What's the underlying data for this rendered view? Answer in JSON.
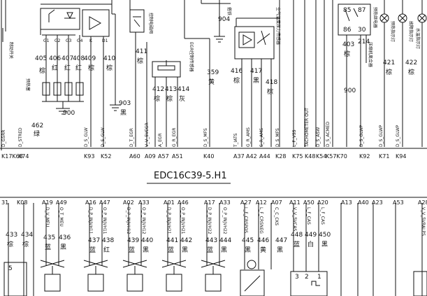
{
  "title": "EDC16C39-5.H1",
  "relay_labels": [
    "85",
    "87",
    "86",
    "30"
  ],
  "top_wire_numbers": {
    "w904": "904",
    "w405": "405",
    "w406": "406",
    "w407": "407",
    "w408": "408",
    "w409": "409",
    "w410": "410",
    "w903": "903",
    "w900a": "900",
    "w411": "411",
    "w412": "412",
    "w413": "413",
    "w414": "414",
    "w359": "359",
    "w416": "416",
    "w417": "417",
    "w418": "418",
    "w403": "403",
    "w214": "214",
    "w900b": "900",
    "w421": "421",
    "w422": "422",
    "w462": "462"
  },
  "pin_small_labels": [
    "G1",
    "G2",
    "G3",
    "G4",
    "K",
    "D1"
  ],
  "top_signals": [
    {
      "pin": "K17K68",
      "sig": "D_G5RR"
    },
    {
      "pin": "K74",
      "sig": "D_STRED"
    },
    {
      "pin": "K93",
      "sig": "D_S_GLW"
    },
    {
      "pin": "K52",
      "sig": "D_S_GLW"
    },
    {
      "pin": "A60",
      "sig": "D_T_EGR"
    },
    {
      "pin": "A09",
      "sig": "V_V_5VEGR"
    },
    {
      "pin": "A57",
      "sig": "A_EGR"
    },
    {
      "pin": "A51",
      "sig": "G_R_EGR"
    },
    {
      "pin": "K40",
      "sig": "D_S_MFS"
    },
    {
      "pin": "A37",
      "sig": "T_IATS"
    },
    {
      "pin": "A42",
      "sig": "G_R_AMS"
    },
    {
      "pin": "A44",
      "sig": "S_R_AMS"
    },
    {
      "pin": "K28",
      "sig": "D_S_MFS"
    },
    {
      "pin": "K75",
      "sig": "L_F_VSS"
    },
    {
      "pin": "K48",
      "sig": "TACHOMETER OUT"
    },
    {
      "pin": "K54",
      "sig": "D_S_ASW"
    },
    {
      "pin": "K57K70",
      "sig": "D_S_ACMED"
    },
    {
      "pin": "K92",
      "sig": "D_S_GLWP"
    },
    {
      "pin": "K71",
      "sig": "D_S_GLWP"
    },
    {
      "pin": "K94",
      "sig": "D_S_GLWP"
    }
  ],
  "bottom_signals": [
    {
      "pin": "31",
      "sig": ""
    },
    {
      "pin": "K08",
      "sig": ""
    },
    {
      "pin": "A19",
      "sig": "D_V_MEU"
    },
    {
      "pin": "A49",
      "sig": "O_T_MEU"
    },
    {
      "pin": "A16",
      "sig": "D_P_INJVH11"
    },
    {
      "pin": "A47",
      "sig": "O_P_INJVH11"
    },
    {
      "pin": "A02",
      "sig": "D_P_INJVH12"
    },
    {
      "pin": "A33",
      "sig": "O_P_INJVH12"
    },
    {
      "pin": "A01",
      "sig": "D_P_INJVH21"
    },
    {
      "pin": "A46",
      "sig": "O_P_INJVH21"
    },
    {
      "pin": "A17",
      "sig": "D_P_INJVH22"
    },
    {
      "pin": "A33",
      "sig": "O_P_INJVH22"
    },
    {
      "pin": "A27",
      "sig": "L_F_CRSPOS"
    },
    {
      "pin": "A12",
      "sig": "L_F_CRSNEG"
    },
    {
      "pin": "A07",
      "sig": "C_C_CKS"
    },
    {
      "pin": "A11",
      "sig": "V_V_5VCAS"
    },
    {
      "pin": "A50",
      "sig": "L_F_CAS"
    },
    {
      "pin": "A20",
      "sig": "L_F_CAS"
    },
    {
      "pin": "A13",
      "sig": ""
    },
    {
      "pin": "A40",
      "sig": ""
    },
    {
      "pin": "A23",
      "sig": ""
    },
    {
      "pin": "A53",
      "sig": ""
    },
    {
      "pin": "A28",
      "sig": "V_V_5VRALPS"
    }
  ],
  "bottom_wire_numbers": {
    "w433": "433",
    "w434": "434",
    "w435": "435",
    "w436": "436",
    "w437": "437",
    "w438": "438",
    "w439": "439",
    "w440": "440",
    "w441": "441",
    "w442": "442",
    "w443": "443",
    "w444": "444",
    "w445": "445",
    "w446": "446",
    "w447": "447",
    "w448": "448",
    "w449": "449",
    "w450": "450"
  },
  "bottom_terminal_labels": {
    "b5": "5",
    "b3": "3",
    "b2": "2",
    "b1": "1"
  },
  "wire_colors": {
    "c405": "棕",
    "c406": "红",
    "c407": "红",
    "c408": "红",
    "c409": "棕",
    "c410": "棕",
    "c903": "黑",
    "c411": "棕",
    "c412": "棕",
    "c413": "棕",
    "c414": "灰",
    "c359": "黄",
    "c416": "棕",
    "c417": "黑",
    "c418": "棕",
    "c403": "棕",
    "c421": "棕",
    "c422": "棕",
    "c462": "绿",
    "c433": "棕",
    "c434": "棕",
    "c435": "蓝",
    "c436": "黑",
    "c437": "蓝",
    "c438": "红",
    "c439": "蓝",
    "c440": "黑",
    "c441": "蓝",
    "c442": "黑",
    "c443": "蓝",
    "c444": "黑",
    "c445": "黑",
    "c446": "黄",
    "c447": "黑",
    "c448": "蓝",
    "c449": "白",
    "c450": "黑"
  },
  "component_labels": {
    "switch_label": "制动开关",
    "glow_plugs": "预热塞",
    "egr_valve": "控制电磁阀",
    "egr_sensor": "EGR控制传感器",
    "air_sensor": "空气温度压力传感器",
    "relay_label": "预热继电器",
    "comp_clutch": "压缩机离合器",
    "lamp1": "预热指示灯",
    "lamp2": "故障指示灯",
    "lamp3": "水温指示灯",
    "grounds": "搭铁"
  }
}
